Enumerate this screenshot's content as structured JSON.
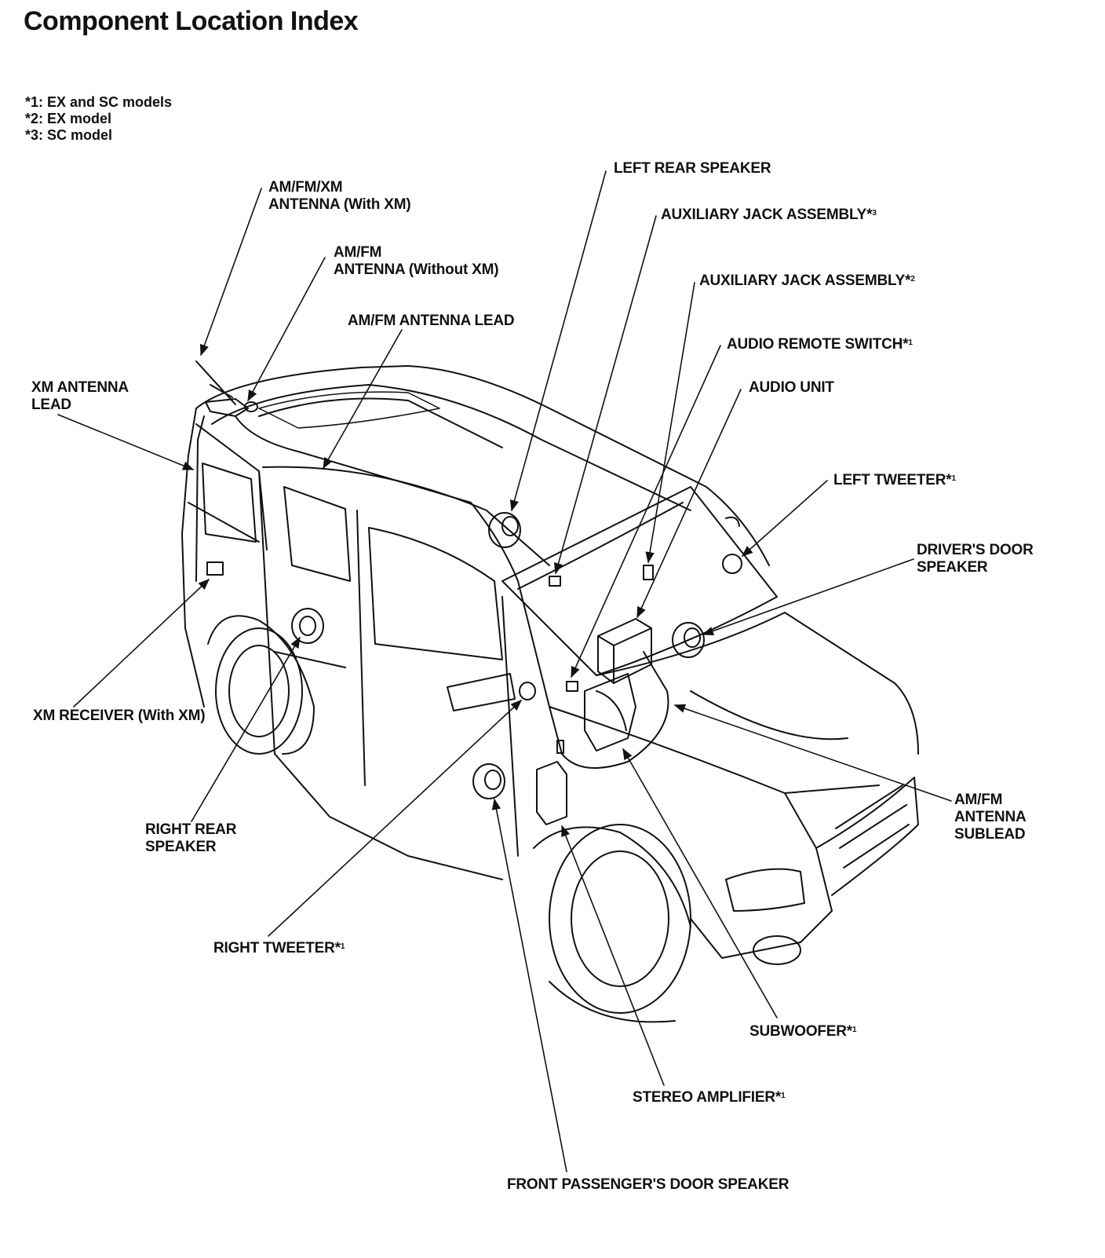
{
  "title": "Component Location Index",
  "notes": [
    "*1: EX and SC models",
    "*2: EX model",
    "*3: SC model"
  ],
  "labels": {
    "am_fm_xm_antenna": "AM/FM/XM\nANTENNA (With XM)",
    "am_fm_antenna": "AM/FM\nANTENNA (Without XM)",
    "am_fm_antenna_lead": "AM/FM ANTENNA LEAD",
    "xm_antenna_lead": "XM ANTENNA\nLEAD",
    "left_rear_speaker": "LEFT REAR SPEAKER",
    "aux_jack_sc": "AUXILIARY JACK ASSEMBLY*",
    "aux_jack_sc_note": "3",
    "aux_jack_ex": "AUXILIARY JACK ASSEMBLY*",
    "aux_jack_ex_note": "2",
    "audio_remote_switch": "AUDIO REMOTE SWITCH*",
    "audio_remote_switch_note": "1",
    "audio_unit": "AUDIO UNIT",
    "left_tweeter": "LEFT TWEETER*",
    "left_tweeter_note": "1",
    "drivers_door_speaker": "DRIVER'S DOOR\nSPEAKER",
    "xm_receiver": "XM RECEIVER (With XM)",
    "am_fm_antenna_sublead": "AM/FM\nANTENNA\nSUBLEAD",
    "right_rear_speaker": "RIGHT REAR\nSPEAKER",
    "right_tweeter": "RIGHT TWEETER*",
    "right_tweeter_note": "1",
    "subwoofer": "SUBWOOFER*",
    "subwoofer_note": "1",
    "stereo_amplifier": "STEREO AMPLIFIER*",
    "stereo_amplifier_note": "1",
    "front_passengers_door_speaker": "FRONT PASSENGER'S DOOR SPEAKER"
  },
  "colors": {
    "ink": "#111111",
    "background": "#ffffff"
  }
}
